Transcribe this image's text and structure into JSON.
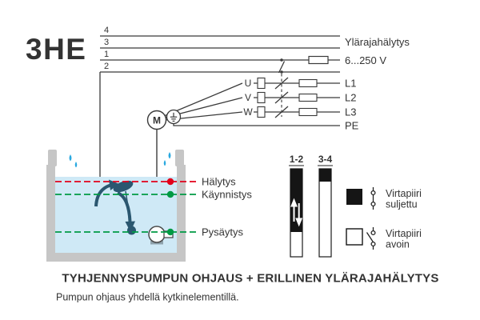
{
  "logo": {
    "text": "3HE",
    "color": "#1d4f9e"
  },
  "schematic": {
    "terminal_numbers": [
      "4",
      "3",
      "1",
      "2"
    ],
    "labels": {
      "alarm_line": "Ylärajahälytys",
      "voltage": "6...250 V",
      "l1": "L1",
      "l2": "L2",
      "l3": "L3",
      "pe": "PE"
    },
    "motor_label": "M",
    "phase_labels": [
      "U",
      "V",
      "W"
    ]
  },
  "tank": {
    "levels": [
      {
        "id": "alarm",
        "label": "Hälytys",
        "color": "#e2001a"
      },
      {
        "id": "start",
        "label": "Käynnistys",
        "color": "#009a44"
      },
      {
        "id": "stop",
        "label": "Pysäytys",
        "color": "#009a44"
      }
    ]
  },
  "state_bars": [
    {
      "label": "1-2"
    },
    {
      "label": "3-4"
    }
  ],
  "legend": [
    {
      "state": "closed",
      "text_line1": "Virtapiiri",
      "text_line2": "suljettu"
    },
    {
      "state": "open",
      "text_line1": "Virtapiiri",
      "text_line2": "avoin"
    }
  ],
  "footer": {
    "title": "TYHJENNYSPUMPUN OHJAUS + ERILLINEN YLÄRAJAHÄLYTYS",
    "subtitle": "Pumpun ohjaus yhdellä kytkinelementillä."
  },
  "colors": {
    "brand": "#1d4f9e",
    "alarm": "#e2001a",
    "level": "#009a44",
    "water": "#cfe9f6",
    "drops": "#2aa9e0",
    "tank": "#c6c6c6",
    "float": "#2b5770",
    "line": "#3a3a3a"
  }
}
